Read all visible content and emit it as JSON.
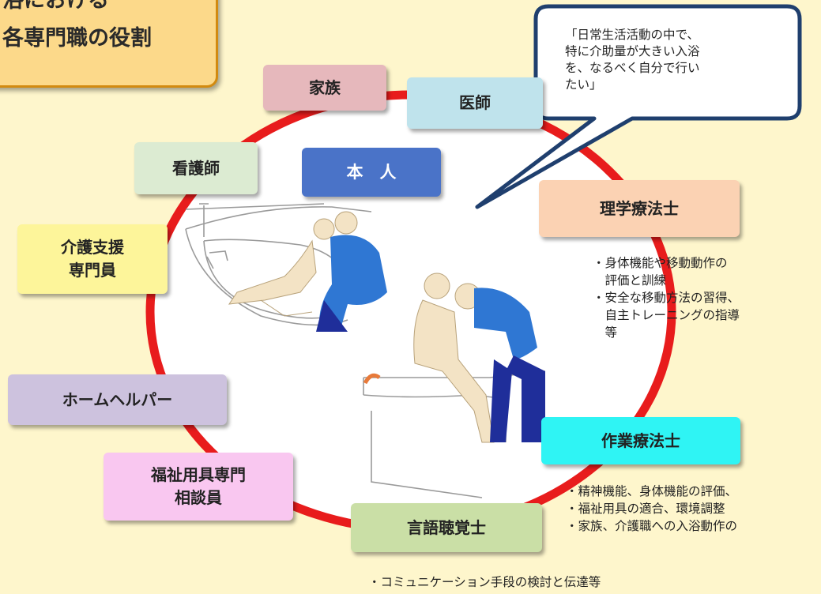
{
  "title": {
    "line1": "浴における",
    "line2": "各専門職の役割"
  },
  "speech_bubble": "「日常生活活動の中で、\n特に介助量が大きい入浴\nを、なるべく自分で行い\nたい」",
  "roles": {
    "honnin": {
      "label": "本　人",
      "color": "#4A73C8"
    },
    "kazoku": {
      "label": "家族",
      "color": "#E6B8BC"
    },
    "ishi": {
      "label": "医師",
      "color": "#BFE3EC"
    },
    "kangoshi": {
      "label": "看護師",
      "color": "#DCEBD2"
    },
    "care_manager": {
      "label": "介護支援\n専門員",
      "color": "#FDF59A"
    },
    "home_helper": {
      "label": "ホームヘルパー",
      "color": "#CDC2DE"
    },
    "fukushi_yougu": {
      "label": "福祉用具専門\n相談員",
      "color": "#F9C7F0"
    },
    "gengo": {
      "label": "言語聴覚士",
      "color": "#CADFA6"
    },
    "sagyou": {
      "label": "作業療法士",
      "color": "#2FF4F4"
    },
    "rigaku": {
      "label": "理学療法士",
      "color": "#FBD2B3"
    }
  },
  "descriptions": {
    "rigaku": [
      "・身体機能や移動動作の",
      "　評価と訓練",
      "・安全な移動方法の習得、",
      "　自主トレーニングの指導",
      "　等"
    ],
    "sagyou": [
      "・精神機能、身体機能の評価、",
      "・福祉用具の適合、環境調整",
      "・家族、介護職への入浴動作の"
    ],
    "gengo": [
      "・コミュニケーション手段の検討と伝達等"
    ]
  },
  "colors": {
    "ring": "#E81C1C",
    "title_bg": "#FCD98A",
    "title_border": "#D28A10",
    "bubble_border": "#1F3F6E"
  },
  "illustration": {
    "icon": "bathing-assistance-illustration-icon"
  }
}
